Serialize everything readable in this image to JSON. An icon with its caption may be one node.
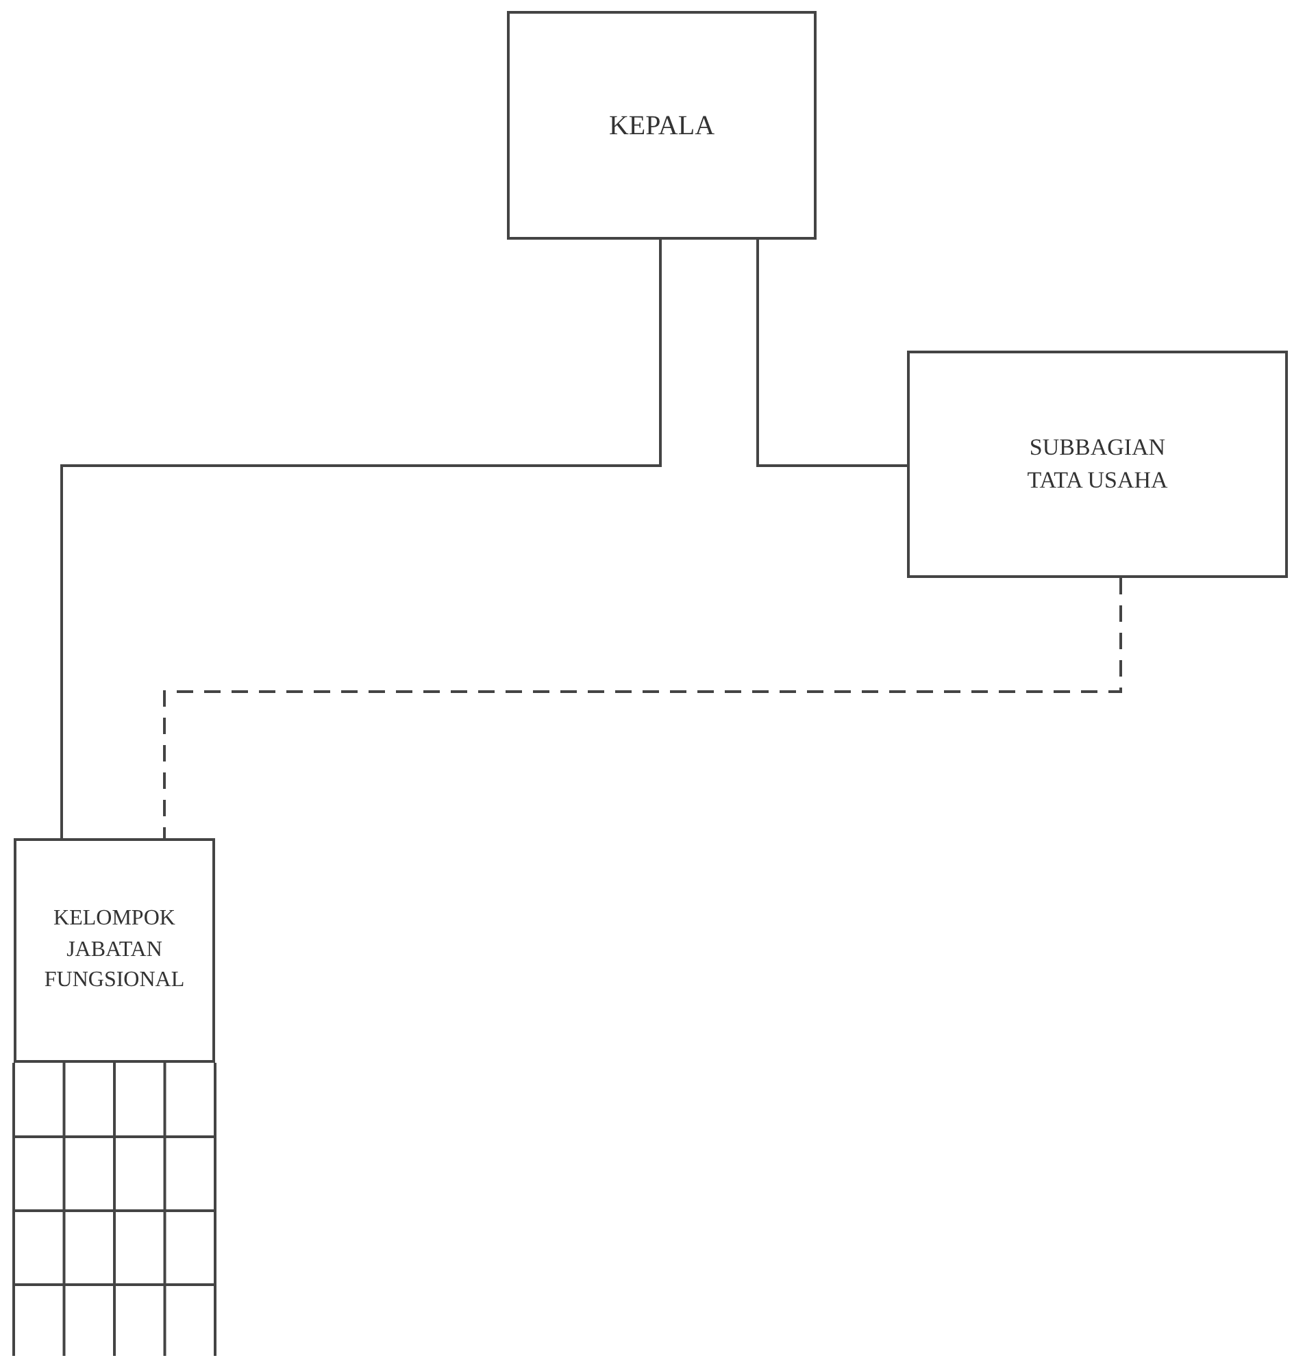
{
  "diagram": {
    "nodes": [
      {
        "text": [
          "KEPALA"
        ]
      },
      {
        "text": [
          "SUBBAGIAN TATA USAHA"
        ]
      },
      {
        "text": [
          "KELOMPOK JABATAN FUNGSIONAL"
        ]
      }
    ],
    "edges": [
      {
        "from": 0,
        "to": 2,
        "arrow": "none"
      },
      {
        "from": 0,
        "to": 1,
        "arrow": "none"
      },
      {
        "from": 1,
        "to": 2,
        "arrow": "none",
        "style": "dashed"
      }
    ]
  }
}
